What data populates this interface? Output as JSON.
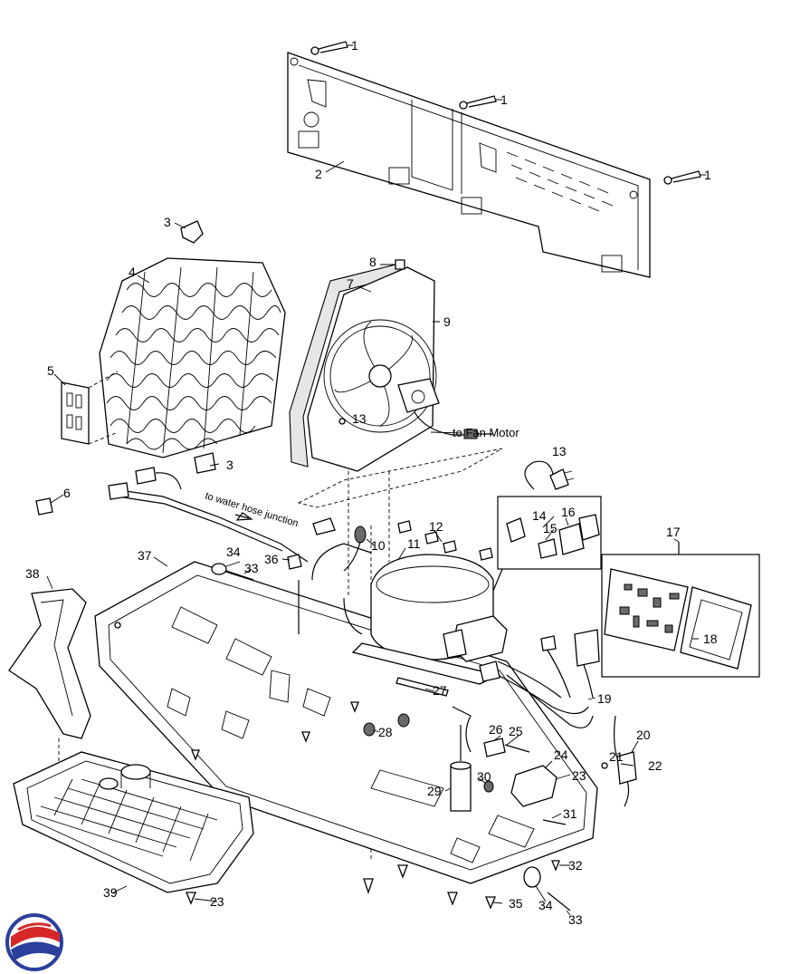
{
  "diagram": {
    "annotations": {
      "fan_motor": "to Fan Motor",
      "water_hose": "to water hose junction"
    },
    "callouts": {
      "c1a": "1",
      "c1b": "1",
      "c1c": "1",
      "c2": "2",
      "c3a": "3",
      "c3b": "3",
      "c4": "4",
      "c5": "5",
      "c6": "6",
      "c7": "7",
      "c8": "8",
      "c9": "9",
      "c10": "10",
      "c11": "11",
      "c12": "12",
      "c13a": "13",
      "c13b": "13",
      "c14": "14",
      "c15": "15",
      "c16": "16",
      "c17": "17",
      "c18": "18",
      "c19": "19",
      "c20": "20",
      "c21": "21",
      "c22": "22",
      "c23a": "23",
      "c23b": "23",
      "c24": "24",
      "c25": "25",
      "c26": "26",
      "c27": "27",
      "c28": "28",
      "c29": "29",
      "c30": "30",
      "c31": "31",
      "c32": "32",
      "c33a": "33",
      "c33b": "33",
      "c34a": "34",
      "c34b": "34",
      "c35": "35",
      "c36": "36",
      "c37": "37",
      "c38": "38",
      "c39": "39"
    },
    "colors": {
      "logo_red": "#d62828",
      "logo_blue": "#2b3f9c",
      "line": "#000000"
    }
  }
}
